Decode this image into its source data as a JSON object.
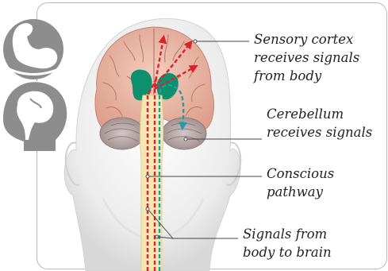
{
  "labels": {
    "sensory_cortex": [
      "Sensory cortex",
      "receives signals",
      "from body"
    ],
    "cerebellum": [
      "Cerebellum",
      "receives signals"
    ],
    "conscious_pathway": [
      "Conscious",
      "pathway"
    ],
    "signals_body_brain": [
      "Signals from",
      "body to brain"
    ]
  },
  "icons": [
    "muscle-arm-icon",
    "head-brain-icon"
  ],
  "colors": {
    "pathway_red": "#d9232b",
    "pathway_teal": "#1f9fa0",
    "spinal_cord": "#f4e7b4",
    "cortex_pink": "#eab5a5",
    "basal_green": "#0e8f6d",
    "cerebellum_gray": "#b9a9a9",
    "icon_gray": "#8d8d8d"
  }
}
